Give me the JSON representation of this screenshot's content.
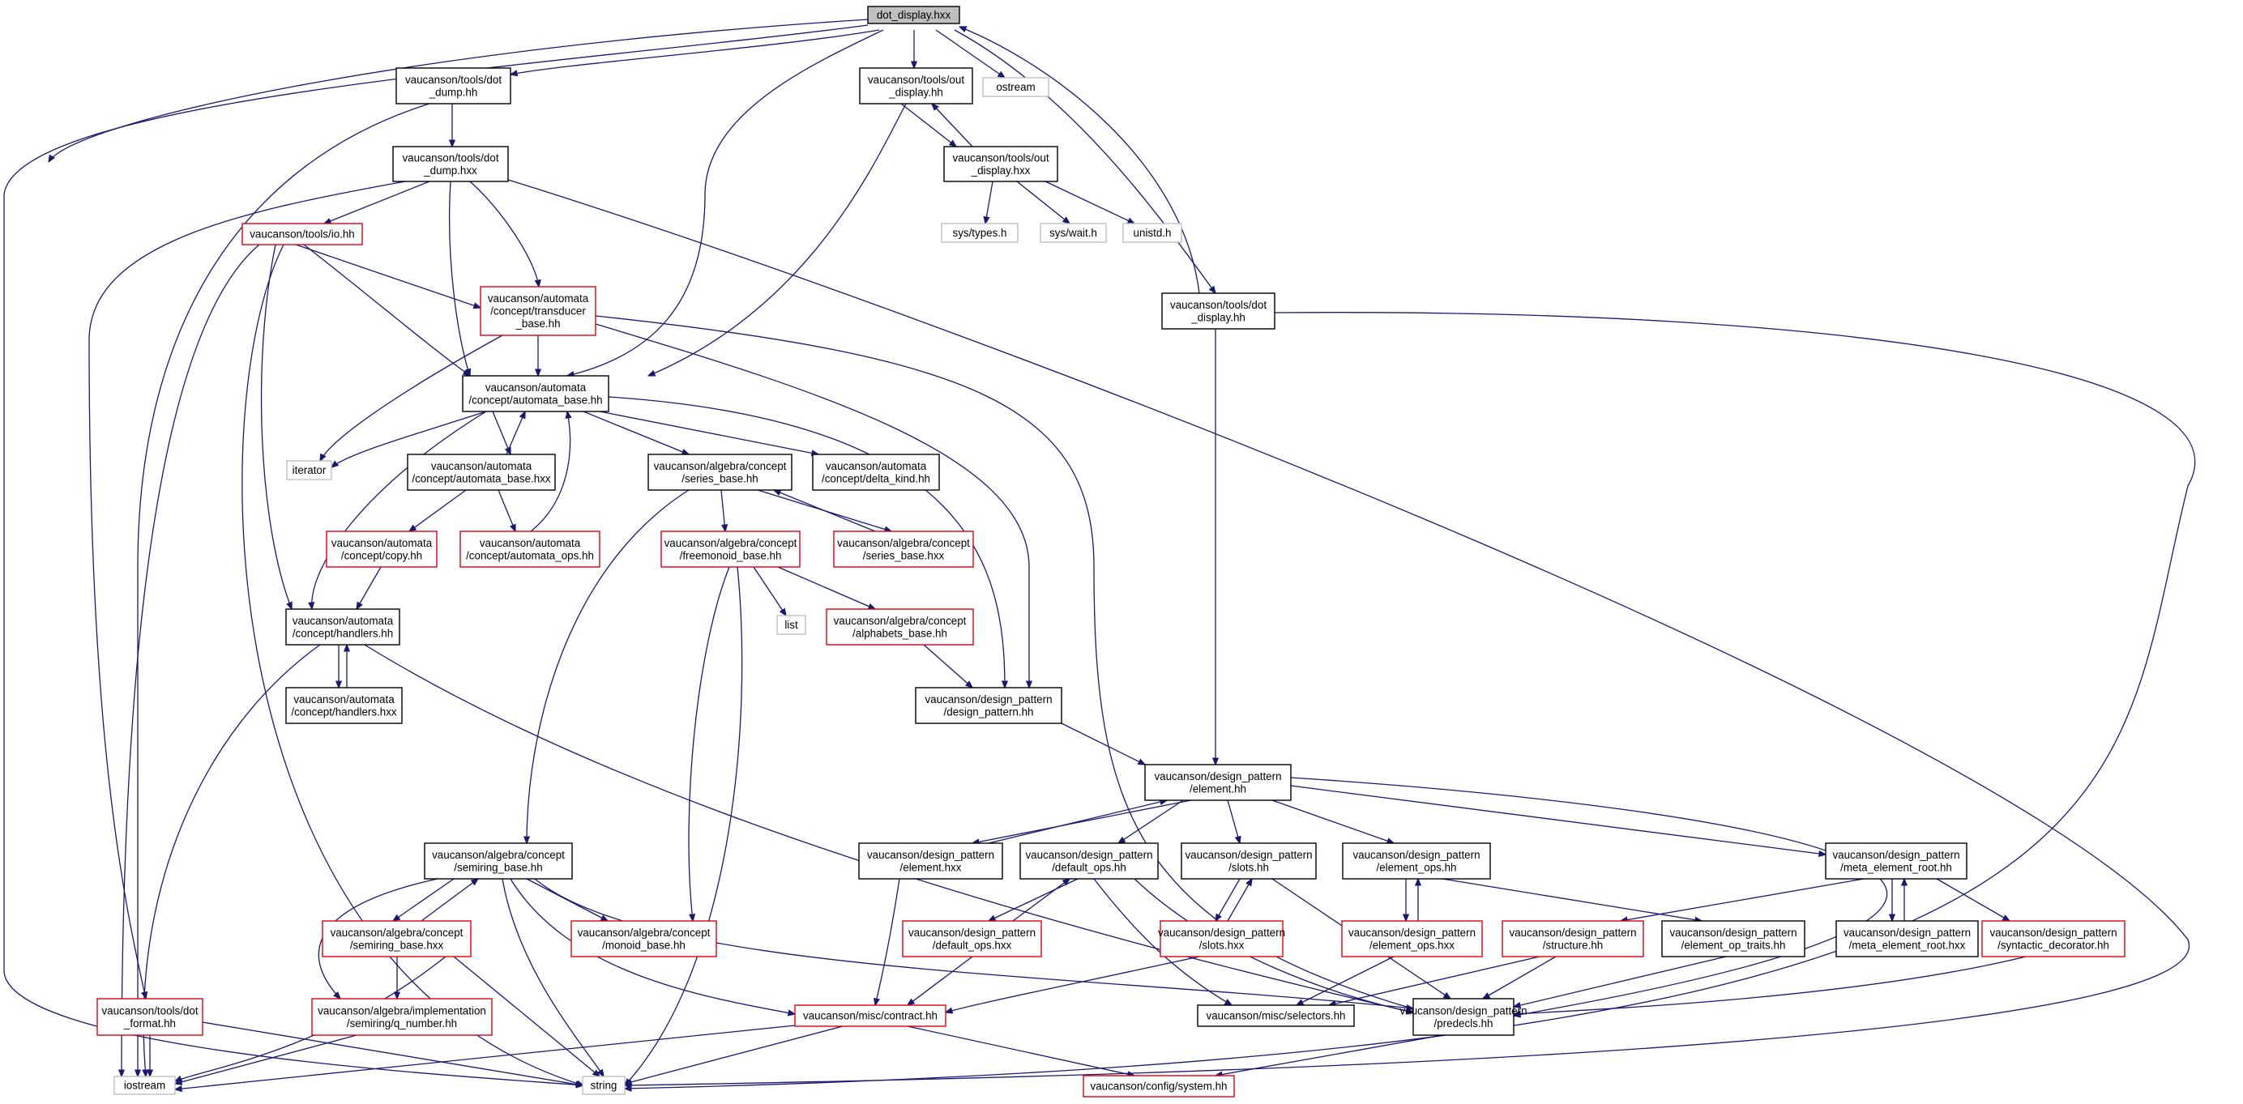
{
  "diagram": {
    "type": "include dependency graph",
    "edge_color": "#191970",
    "node_border_colors": {
      "documented": "#000000",
      "incomplete": "#e0000f",
      "external": "#bfbfbf",
      "root_fill": "#bfbfbf"
    },
    "nodes": [
      {
        "id": "n_root",
        "style": "root",
        "lines": [
          "dot_display.hxx"
        ]
      },
      {
        "id": "n_dotdump_hh",
        "style": "black",
        "lines": [
          "vaucanson/tools/dot",
          "_dump.hh"
        ]
      },
      {
        "id": "n_outdisp_hh",
        "style": "black",
        "lines": [
          "vaucanson/tools/out",
          "_display.hh"
        ]
      },
      {
        "id": "n_ostream",
        "style": "gray",
        "lines": [
          "ostream"
        ]
      },
      {
        "id": "n_dotdump_hxx",
        "style": "black",
        "lines": [
          "vaucanson/tools/dot",
          "_dump.hxx"
        ]
      },
      {
        "id": "n_outdisp_hxx",
        "style": "black",
        "lines": [
          "vaucanson/tools/out",
          "_display.hxx"
        ]
      },
      {
        "id": "n_io",
        "style": "red",
        "lines": [
          "vaucanson/tools/io.hh"
        ]
      },
      {
        "id": "n_systypes",
        "style": "gray",
        "lines": [
          "sys/types.h"
        ]
      },
      {
        "id": "n_syswait",
        "style": "gray",
        "lines": [
          "sys/wait.h"
        ]
      },
      {
        "id": "n_unistd",
        "style": "gray",
        "lines": [
          "unistd.h"
        ]
      },
      {
        "id": "n_transducer",
        "style": "red",
        "lines": [
          "vaucanson/automata",
          "/concept/transducer",
          "_base.hh"
        ]
      },
      {
        "id": "n_dotdisp_hh",
        "style": "black",
        "lines": [
          "vaucanson/tools/dot",
          "_display.hh"
        ]
      },
      {
        "id": "n_autbase_hh",
        "style": "black",
        "lines": [
          "vaucanson/automata",
          "/concept/automata_base.hh"
        ]
      },
      {
        "id": "n_iterator",
        "style": "gray",
        "lines": [
          "iterator"
        ]
      },
      {
        "id": "n_autbase_hxx",
        "style": "black",
        "lines": [
          "vaucanson/automata",
          "/concept/automata_base.hxx"
        ]
      },
      {
        "id": "n_seriesbase_hh",
        "style": "black",
        "lines": [
          "vaucanson/algebra/concept",
          "/series_base.hh"
        ]
      },
      {
        "id": "n_deltakind",
        "style": "black",
        "lines": [
          "vaucanson/automata",
          "/concept/delta_kind.hh"
        ]
      },
      {
        "id": "n_copy",
        "style": "red",
        "lines": [
          "vaucanson/automata",
          "/concept/copy.hh"
        ]
      },
      {
        "id": "n_autops",
        "style": "red",
        "lines": [
          "vaucanson/automata",
          "/concept/automata_ops.hh"
        ]
      },
      {
        "id": "n_freemonoid",
        "style": "red",
        "lines": [
          "vaucanson/algebra/concept",
          "/freemonoid_base.hh"
        ]
      },
      {
        "id": "n_seriesbase_hxx",
        "style": "red",
        "lines": [
          "vaucanson/algebra/concept",
          "/series_base.hxx"
        ]
      },
      {
        "id": "n_handlers_hh",
        "style": "black",
        "lines": [
          "vaucanson/automata",
          "/concept/handlers.hh"
        ]
      },
      {
        "id": "n_list",
        "style": "gray",
        "lines": [
          "list"
        ]
      },
      {
        "id": "n_alphabets",
        "style": "red",
        "lines": [
          "vaucanson/algebra/concept",
          "/alphabets_base.hh"
        ]
      },
      {
        "id": "n_handlers_hxx",
        "style": "black",
        "lines": [
          "vaucanson/automata",
          "/concept/handlers.hxx"
        ]
      },
      {
        "id": "n_dp_hh",
        "style": "black",
        "lines": [
          "vaucanson/design_pattern",
          "/design_pattern.hh"
        ]
      },
      {
        "id": "n_element_hh",
        "style": "black",
        "lines": [
          "vaucanson/design_pattern",
          "/element.hh"
        ]
      },
      {
        "id": "n_semiring_hh",
        "style": "black",
        "lines": [
          "vaucanson/algebra/concept",
          "/semiring_base.hh"
        ]
      },
      {
        "id": "n_element_hxx",
        "style": "black",
        "lines": [
          "vaucanson/design_pattern",
          "/element.hxx"
        ]
      },
      {
        "id": "n_defops_hh",
        "style": "black",
        "lines": [
          "vaucanson/design_pattern",
          "/default_ops.hh"
        ]
      },
      {
        "id": "n_slots_hh",
        "style": "black",
        "lines": [
          "vaucanson/design_pattern",
          "/slots.hh"
        ]
      },
      {
        "id": "n_elemops_hh",
        "style": "black",
        "lines": [
          "vaucanson/design_pattern",
          "/element_ops.hh"
        ]
      },
      {
        "id": "n_meta_hh",
        "style": "black",
        "lines": [
          "vaucanson/design_pattern",
          "/meta_element_root.hh"
        ]
      },
      {
        "id": "n_semiring_hxx",
        "style": "red",
        "lines": [
          "vaucanson/algebra/concept",
          "/semiring_base.hxx"
        ]
      },
      {
        "id": "n_monoid",
        "style": "red",
        "lines": [
          "vaucanson/algebra/concept",
          "/monoid_base.hh"
        ]
      },
      {
        "id": "n_defops_hxx",
        "style": "red",
        "lines": [
          "vaucanson/design_pattern",
          "/default_ops.hxx"
        ]
      },
      {
        "id": "n_slots_hxx",
        "style": "red",
        "lines": [
          "vaucanson/design_pattern",
          "/slots.hxx"
        ]
      },
      {
        "id": "n_elemops_hxx",
        "style": "red",
        "lines": [
          "vaucanson/design_pattern",
          "/element_ops.hxx"
        ]
      },
      {
        "id": "n_structure",
        "style": "red",
        "lines": [
          "vaucanson/design_pattern",
          "/structure.hh"
        ]
      },
      {
        "id": "n_elemoptraits",
        "style": "black",
        "lines": [
          "vaucanson/design_pattern",
          "/element_op_traits.hh"
        ]
      },
      {
        "id": "n_meta_hxx",
        "style": "black",
        "lines": [
          "vaucanson/design_pattern",
          "/meta_element_root.hxx"
        ]
      },
      {
        "id": "n_syntactic",
        "style": "red",
        "lines": [
          "vaucanson/design_pattern",
          "/syntactic_decorator.hh"
        ]
      },
      {
        "id": "n_dotformat",
        "style": "red",
        "lines": [
          "vaucanson/tools/dot",
          "_format.hh"
        ]
      },
      {
        "id": "n_qnumber",
        "style": "red",
        "lines": [
          "vaucanson/algebra/implementation",
          "/semiring/q_number.hh"
        ]
      },
      {
        "id": "n_contract",
        "style": "red",
        "lines": [
          "vaucanson/misc/contract.hh"
        ]
      },
      {
        "id": "n_selectors",
        "style": "black",
        "lines": [
          "vaucanson/misc/selectors.hh"
        ]
      },
      {
        "id": "n_predecls",
        "style": "black",
        "lines": [
          "vaucanson/design_pattern",
          "/predecls.hh"
        ]
      },
      {
        "id": "n_iostream",
        "style": "gray",
        "lines": [
          "iostream"
        ]
      },
      {
        "id": "n_string",
        "style": "gray",
        "lines": [
          "string"
        ]
      },
      {
        "id": "n_system",
        "style": "red",
        "lines": [
          "vaucanson/config/system.hh"
        ]
      }
    ]
  }
}
